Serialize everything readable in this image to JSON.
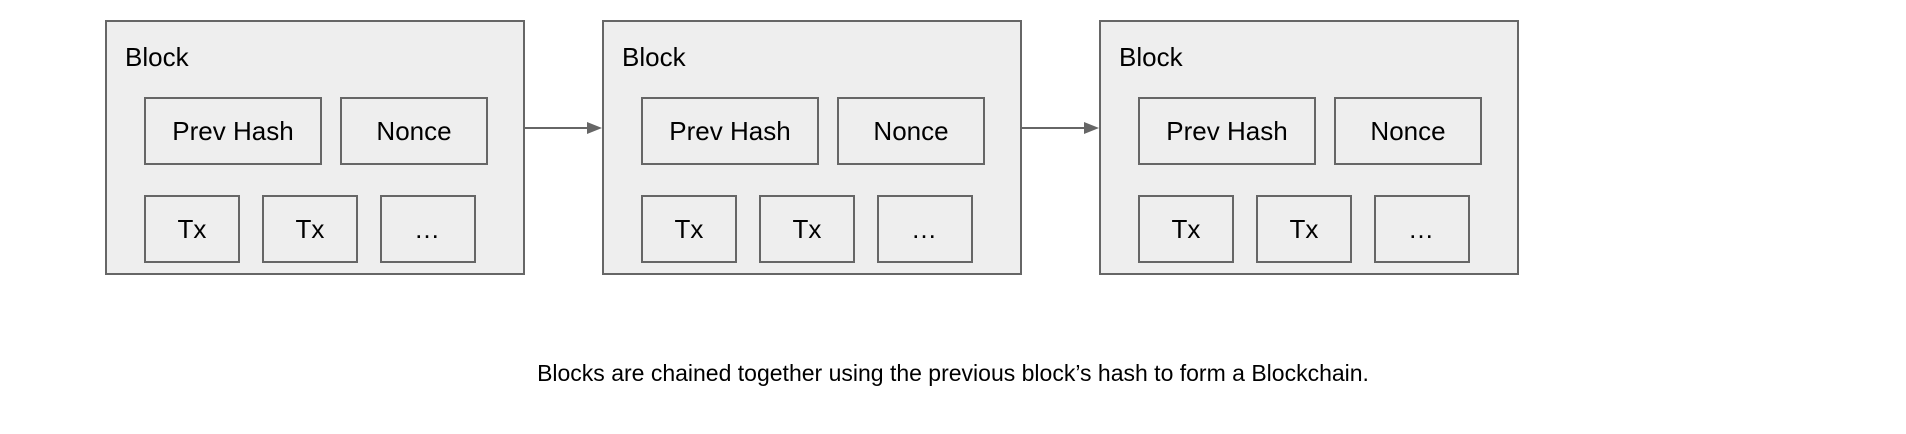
{
  "diagram": {
    "type": "blockchain-chain-diagram",
    "background_color": "#ffffff",
    "block_fill_color": "#eeeeee",
    "border_color": "#666666",
    "text_color": "#000000",
    "blocks": [
      {
        "title": "Block",
        "header_fields": [
          "Prev Hash",
          "Nonce"
        ],
        "transactions": [
          "Tx",
          "Tx",
          "…"
        ]
      },
      {
        "title": "Block",
        "header_fields": [
          "Prev Hash",
          "Nonce"
        ],
        "transactions": [
          "Tx",
          "Tx",
          "…"
        ]
      },
      {
        "title": "Block",
        "header_fields": [
          "Prev Hash",
          "Nonce"
        ],
        "transactions": [
          "Tx",
          "Tx",
          "…"
        ]
      }
    ],
    "connectors": [
      {
        "icon": "arrow-right-icon",
        "from": "block-1",
        "to": "block-2-prev-hash"
      },
      {
        "icon": "arrow-right-icon",
        "from": "block-2",
        "to": "block-3-prev-hash"
      }
    ],
    "caption": "Blocks are chained together using the previous block’s hash to form a Blockchain."
  }
}
